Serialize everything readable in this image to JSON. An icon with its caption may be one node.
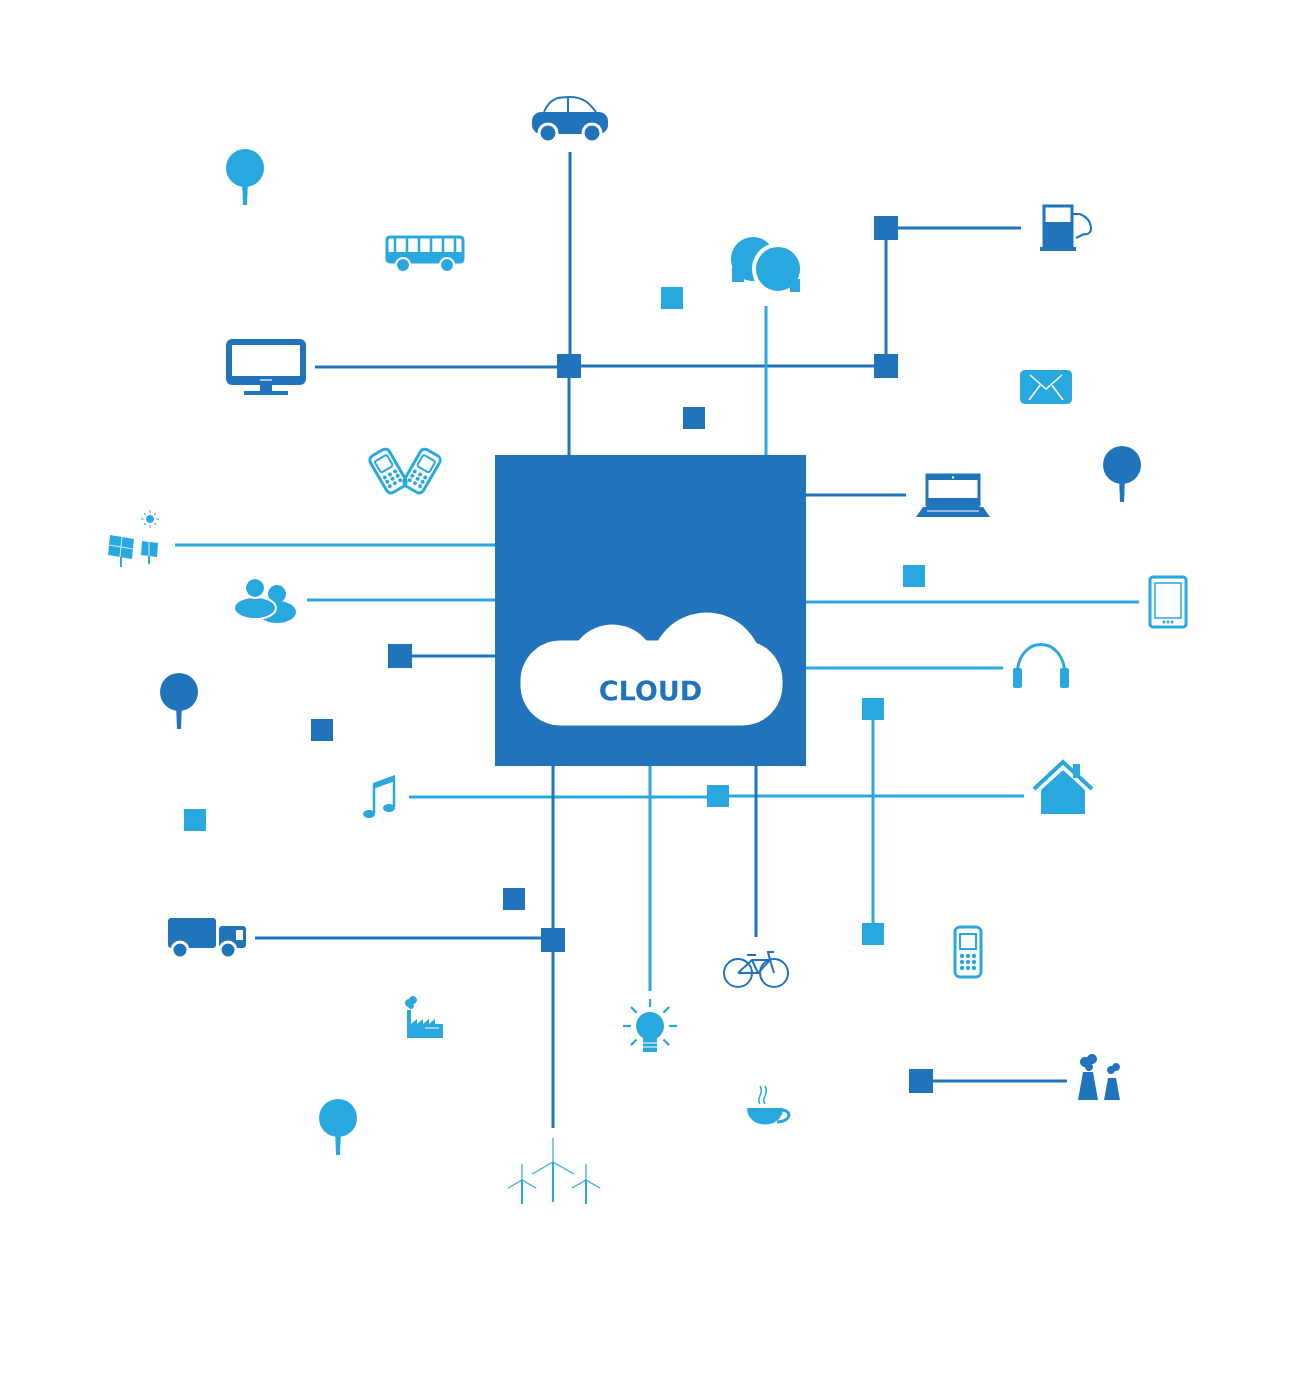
{
  "diagram": {
    "nodes": [
      {
        "text": [],
        "shape": "box"
      },
      {
        "text": [
          "CLOUD"
        ],
        "in": 0
      },
      {
        "text": [],
        "shape": "picture"
      },
      {
        "text": [],
        "shape": "box"
      },
      {
        "text": [],
        "shape": "picture"
      },
      {
        "text": [],
        "shape": "box"
      },
      {
        "text": [],
        "shape": "box"
      },
      {
        "text": [],
        "shape": "picture"
      },
      {
        "text": [],
        "shape": "picture"
      },
      {
        "text": [],
        "shape": "picture"
      },
      {
        "text": [],
        "shape": "picture"
      },
      {
        "text": [],
        "shape": "picture"
      },
      {
        "text": [],
        "shape": "box"
      },
      {
        "text": [],
        "shape": "picture"
      },
      {
        "text": [],
        "shape": "picture"
      },
      {
        "text": [],
        "shape": "picture"
      },
      {
        "text": [],
        "shape": "box"
      },
      {
        "text": [],
        "shape": "picture"
      },
      {
        "text": [],
        "shape": "box"
      },
      {
        "text": [],
        "shape": "box"
      },
      {
        "text": [],
        "shape": "picture"
      },
      {
        "text": [],
        "shape": "box"
      },
      {
        "text": [],
        "shape": "picture"
      },
      {
        "text": [],
        "shape": "picture"
      },
      {
        "text": [],
        "shape": "picture"
      },
      {
        "text": [],
        "shape": "box"
      },
      {
        "text": [],
        "shape": "picture"
      },
      {
        "text": [],
        "shape": "box"
      },
      {
        "text": [],
        "shape": "box"
      },
      {
        "text": [],
        "shape": "box"
      },
      {
        "text": [],
        "shape": "box"
      },
      {
        "text": [],
        "shape": "box"
      },
      {
        "text": [],
        "shape": "box"
      }
    ],
    "edges": [
      {
        "from": 2,
        "to": 3,
        "arrow": "none"
      },
      {
        "from": 3,
        "to": 0,
        "arrow": "none"
      },
      {
        "from": 4,
        "to": 3,
        "arrow": "none"
      },
      {
        "from": 3,
        "to": 5,
        "arrow": "none"
      },
      {
        "from": 5,
        "to": 6,
        "arrow": "none"
      },
      {
        "from": 6,
        "to": 7,
        "arrow": "none"
      },
      {
        "from": 8,
        "to": 0,
        "arrow": "none",
        "color": "#29a8e0"
      },
      {
        "from": 0,
        "to": 9,
        "arrow": "none"
      },
      {
        "from": 10,
        "to": 0,
        "arrow": "none",
        "color": "#29a8e0"
      },
      {
        "from": 11,
        "to": 0,
        "arrow": "none",
        "color": "#29a8e0"
      },
      {
        "from": 12,
        "to": 0,
        "arrow": "none"
      },
      {
        "from": 0,
        "to": 13,
        "arrow": "none",
        "color": "#29a8e0"
      },
      {
        "from": 0,
        "to": 14,
        "arrow": "none",
        "color": "#29a8e0"
      },
      {
        "from": 15,
        "to": 16,
        "arrow": "none",
        "color": "#29a8e0"
      },
      {
        "from": 16,
        "to": 17,
        "arrow": "none",
        "color": "#29a8e0"
      },
      {
        "from": 18,
        "to": 19,
        "arrow": "none",
        "color": "#29a8e0"
      },
      {
        "from": 0,
        "to": 21,
        "arrow": "none"
      },
      {
        "from": 21,
        "to": 22,
        "arrow": "none"
      },
      {
        "from": 20,
        "to": 21,
        "arrow": "none"
      },
      {
        "from": 0,
        "to": 23,
        "arrow": "none",
        "color": "#29a8e0"
      },
      {
        "from": 0,
        "to": 24,
        "arrow": "none"
      },
      {
        "from": 25,
        "to": 26,
        "arrow": "none"
      }
    ]
  }
}
